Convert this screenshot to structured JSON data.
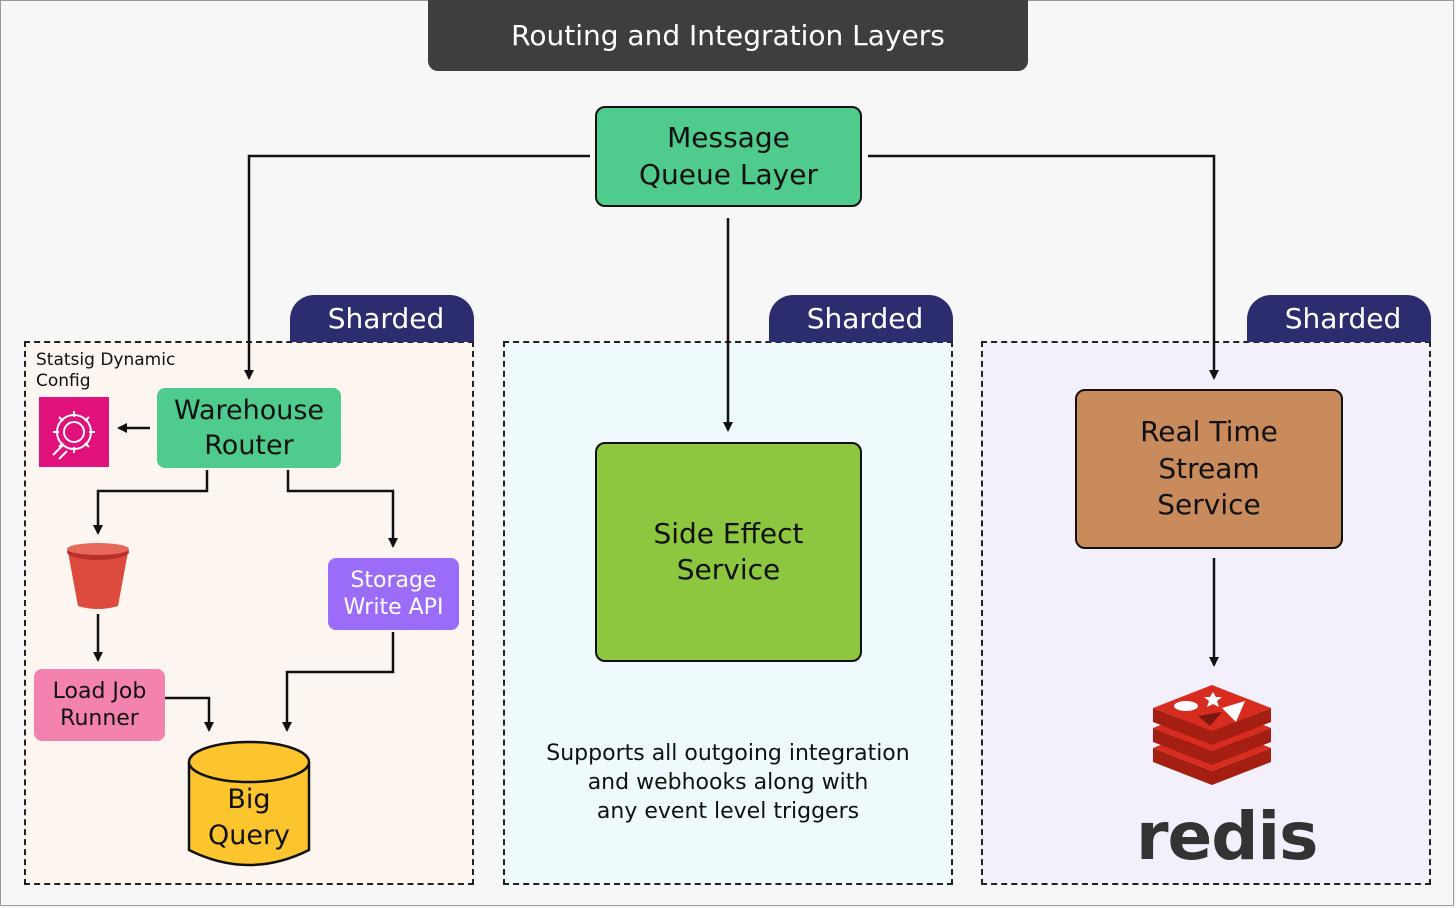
{
  "title": "Routing and Integration Layers",
  "nodes": {
    "message_queue": "Message\nQueue Layer",
    "warehouse_router": "Warehouse\nRouter",
    "side_effect": "Side Effect\nService",
    "real_time_stream": "Real Time\nStream\nService",
    "storage_write_api": "Storage\nWrite API",
    "load_job_runner": "Load Job\nRunner",
    "big_query": "Big\nQuery"
  },
  "panels": {
    "left_tag": "Sharded",
    "middle_tag": "Sharded",
    "right_tag": "Sharded"
  },
  "statsig_label": "Statsig Dynamic\nConfig",
  "supports_text": "Supports all outgoing integration\nand webhooks along with\nany event level triggers",
  "redis_logo_text": "redis",
  "colors": {
    "message_queue": "#4ecb8d",
    "side_effect": "#8dc63f",
    "real_time_stream": "#c98a5c",
    "storage_write_api": "#9b6cf7",
    "load_job_runner": "#f383ae",
    "big_query": "#fcc52d",
    "sharded_tag": "#2b2d6e",
    "statsig_icon": "#e0117a",
    "redis": "#d82c20"
  },
  "icons": {
    "statsig": "gear-config-icon",
    "bucket": "storage-bucket-icon",
    "redis": "redis-logo-icon"
  }
}
